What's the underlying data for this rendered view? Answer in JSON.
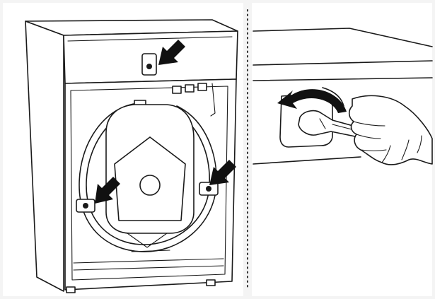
{
  "figure": {
    "panels": [
      {
        "id": "rear-view",
        "bolt_markers": 3
      },
      {
        "id": "wrench-detail",
        "rotation": "counter-clockwise"
      }
    ],
    "colors": {
      "line": "#1a1a1a",
      "arrow": "#111111",
      "background": "#f4f4f4",
      "panel_fill": "#ffffff"
    },
    "icons": [
      "arrow-icon",
      "rotate-arrow-icon",
      "wrench-icon"
    ]
  }
}
